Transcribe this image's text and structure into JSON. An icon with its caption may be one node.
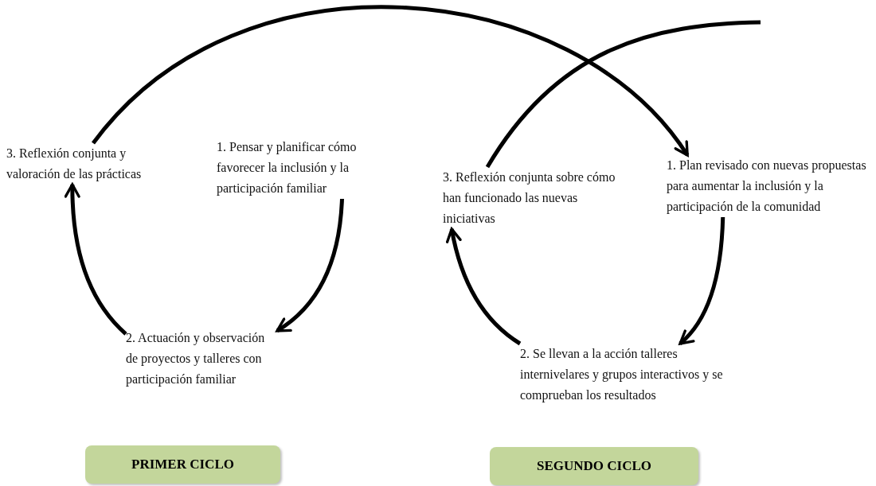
{
  "diagram": {
    "nodes": [
      {
        "text": [
          "1. Pensar y planificar cómo favorecer la inclusión y la participación familiar"
        ]
      },
      {
        "text": [
          "2. Actuación y observación de proyectos y talleres con participación familiar"
        ]
      },
      {
        "text": [
          "3. Reflexión conjunta y valoración de las prácticas"
        ]
      },
      {
        "text": [
          "PRIMER CICLO"
        ]
      },
      {
        "text": [
          "1. Plan revisado con nuevas propuestas para aumentar la inclusión y la participación de la comunidad"
        ]
      },
      {
        "text": [
          "2. Se llevan a la acción talleres internivelares y grupos interactivos y se comprueban los resultados"
        ]
      },
      {
        "text": [
          "3. Reflexión conjunta sobre cómo han funcionado las nuevas iniciativas"
        ]
      },
      {
        "text": [
          "SEGUNDO CICLO"
        ]
      }
    ],
    "edges": [
      {
        "from": 0,
        "to": 1,
        "arrow": "to"
      },
      {
        "from": 1,
        "to": 2,
        "arrow": "to"
      },
      {
        "from": 2,
        "to": 4,
        "arrow": "to"
      },
      {
        "from": 4,
        "to": 5,
        "arrow": "to"
      },
      {
        "from": 5,
        "to": 6,
        "arrow": "to"
      },
      {
        "from": 6,
        "to": null,
        "arrow": "none"
      }
    ]
  }
}
